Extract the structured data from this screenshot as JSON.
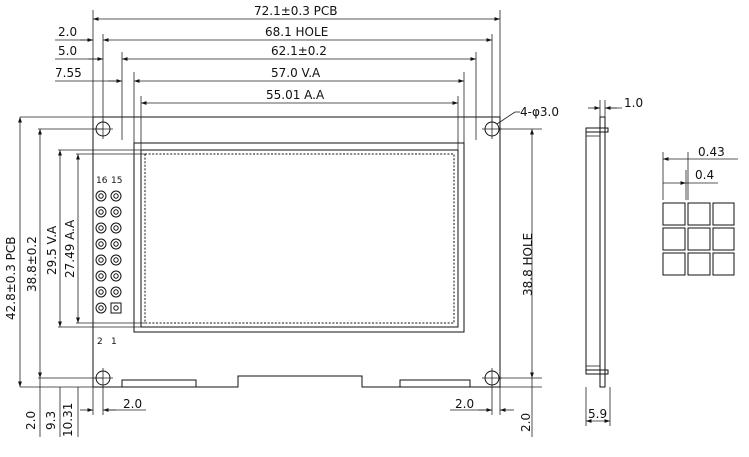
{
  "dimensions": {
    "top": {
      "pcb_width": "72.1±0.3 PCB",
      "hole_pitch": "68.1 HOLE",
      "bezel_width": "62.1±0.2",
      "view_area_width": "57.0 V.A",
      "active_area_width": "55.01 A.A",
      "left_offset_1": "2.0",
      "left_offset_2": "5.0",
      "left_offset_3": "7.55"
    },
    "left": {
      "pcb_height": "42.8±0.3 PCB",
      "bezel_height": "38.8±0.2",
      "view_area_height": "29.5 V.A",
      "active_area_height": "27.49 A.A"
    },
    "bottom_left": {
      "offset_1": "2.0",
      "offset_2": "9.3",
      "offset_3": "10.31",
      "hole_offset_x": "2.0"
    },
    "right": {
      "hole_pitch_vertical": "38.8 HOLE",
      "hole_offset_x": "2.0",
      "hole_offset_y": "2.0",
      "hole_spec": "4-φ3.0"
    },
    "side_view": {
      "glass_thickness": "1.0",
      "total_thickness": "5.9"
    },
    "pixel_detail": {
      "pixel_pitch": "0.43",
      "pixel_size": "0.4"
    }
  },
  "pins": {
    "top_labels": [
      "16",
      "15"
    ],
    "bottom_labels": [
      "2",
      "1"
    ]
  }
}
